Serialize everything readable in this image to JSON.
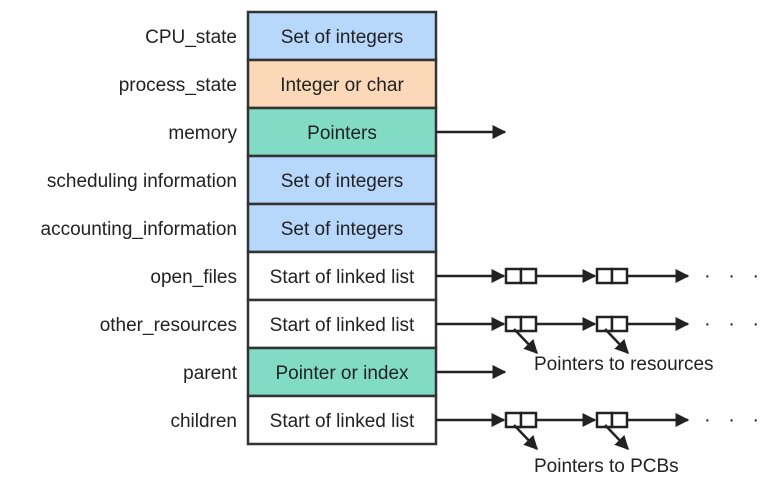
{
  "colors": {
    "blue": "#b7d7fb",
    "peach": "#fbd9b8",
    "teal": "#82dbc4",
    "white": "#ffffff",
    "border": "#333333"
  },
  "rows": [
    {
      "field": "CPU_state",
      "value": "Set of integers",
      "color": "blue",
      "link": "none"
    },
    {
      "field": "process_state",
      "value": "Integer or char",
      "color": "peach",
      "link": "none"
    },
    {
      "field": "memory",
      "value": "Pointers",
      "color": "teal",
      "link": "arrow"
    },
    {
      "field": "scheduling information",
      "value": "Set of integers",
      "color": "blue",
      "link": "none"
    },
    {
      "field": "accounting_information",
      "value": "Set of integers",
      "color": "blue",
      "link": "none"
    },
    {
      "field": "open_files",
      "value": "Start of linked list",
      "color": "white",
      "link": "list"
    },
    {
      "field": "other_resources",
      "value": "Start of linked list",
      "color": "white",
      "link": "list-down"
    },
    {
      "field": "parent",
      "value": "Pointer or index",
      "color": "teal",
      "link": "arrow"
    },
    {
      "field": "children",
      "value": "Start of linked list",
      "color": "white",
      "link": "list-down"
    }
  ],
  "annotations": {
    "resources": "Pointers to resources",
    "pcbs": "Pointers to PCBs",
    "ellipsis": "· · ·"
  }
}
